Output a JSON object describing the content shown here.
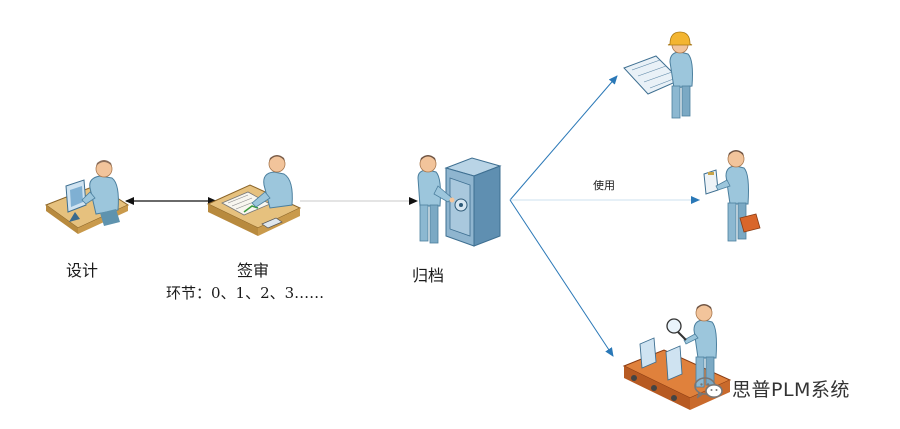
{
  "labels": {
    "design": "设计",
    "signoff": "签审",
    "signoff_loop": "环节：0、1、2、3……",
    "archive": "归档",
    "use": "使用"
  },
  "watermark": {
    "text": "思普PLM系统",
    "icon": "wechat-icon"
  },
  "colors": {
    "skin": "#f2c49b",
    "shirt": "#9cc6dc",
    "shirt_dark": "#5f93ae",
    "desk": "#e6c17e",
    "desk_dark": "#a77c36",
    "cabinet": "#8fb5cf",
    "cabinet_dark": "#3e6f91",
    "arrow_blue": "#2a78b7",
    "arrow_black": "#111111",
    "hardhat": "#f3b531",
    "case": "#d9662a"
  }
}
